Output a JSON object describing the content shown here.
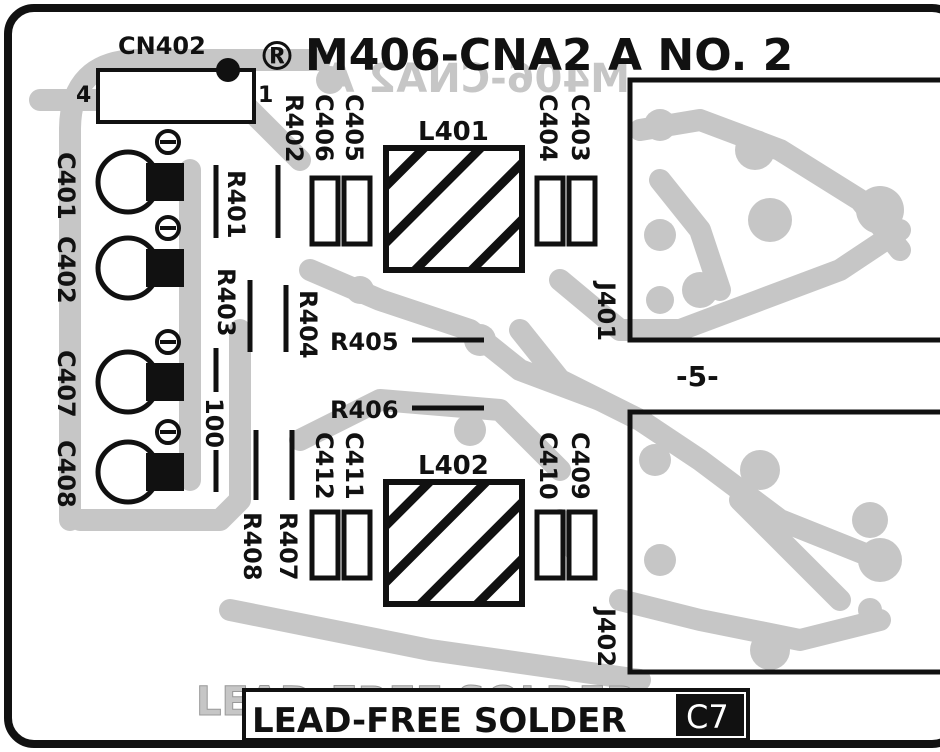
{
  "board": {
    "title": "M406-CNA2 A  NO. 2",
    "registered_mark": "®",
    "mirrored_title": "M406-CNA2 A",
    "footer_text": "LEAD-FREE SOLDER",
    "footer_code": "C7",
    "section_marker": "-5-"
  },
  "connector": {
    "ref": "CN402",
    "pin_left": "4",
    "pin_right": "1"
  },
  "capacitors": {
    "c401": "C401",
    "c402": "C402",
    "c407": "C407",
    "c408": "C408",
    "c403": "C403",
    "c404": "C404",
    "c405": "C405",
    "c406": "C406",
    "c409": "C409",
    "c410": "C410",
    "c411": "C411",
    "c412": "C412"
  },
  "resistors": {
    "r401": "R401",
    "r402": "R402",
    "r403": "R403",
    "r404": "R404",
    "r405": "R405",
    "r406": "R406",
    "r407": "R407",
    "r408": "R408",
    "label_100": "100"
  },
  "inductors": {
    "l401": "L401",
    "l402": "L402"
  },
  "jacks": {
    "j401": "J401",
    "j402": "J402"
  },
  "colors": {
    "copper": "#c6c6c6",
    "ink": "#111111",
    "board": "#ffffff"
  }
}
